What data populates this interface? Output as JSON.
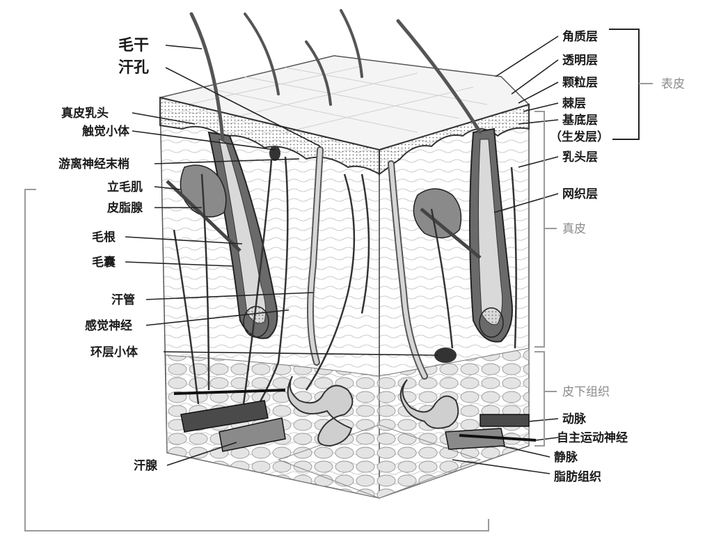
{
  "labels_left": {
    "hair_shaft": "毛干",
    "sweat_pore": "汗孔",
    "dermal_papilla": "真皮乳头",
    "tactile_corpuscle": "触觉小体",
    "free_nerve_ending": "游离神经末梢",
    "arrector_pili": "立毛肌",
    "sebaceous_gland": "皮脂腺",
    "hair_root": "毛根",
    "hair_follicle": "毛囊",
    "sweat_duct": "汗管",
    "sensory_nerve": "感觉神经",
    "lamellar_corpuscle": "环层小体",
    "sweat_gland": "汗腺"
  },
  "labels_right": {
    "stratum_corneum": "角质层",
    "stratum_lucidum": "透明层",
    "stratum_granulosum": "颗粒层",
    "stratum_spinosum": "棘层",
    "stratum_basale": "基底层",
    "germinative_layer": "（生发层）",
    "papillary_layer": "乳头层",
    "reticular_layer": "网织层",
    "artery": "动脉",
    "autonomic_motor_nerve": "自主运动神经",
    "vein": "静脉",
    "adipose_tissue": "脂肪组织"
  },
  "groups": {
    "epidermis": "表皮",
    "dermis": "真皮",
    "subcutaneous": "皮下组织"
  },
  "colors": {
    "ink": "#1a1a1a",
    "group_label": "#8a8a8a",
    "tissue_light": "#ececec",
    "tissue_mid": "#c8c8c8",
    "tissue_dark": "#555555"
  }
}
